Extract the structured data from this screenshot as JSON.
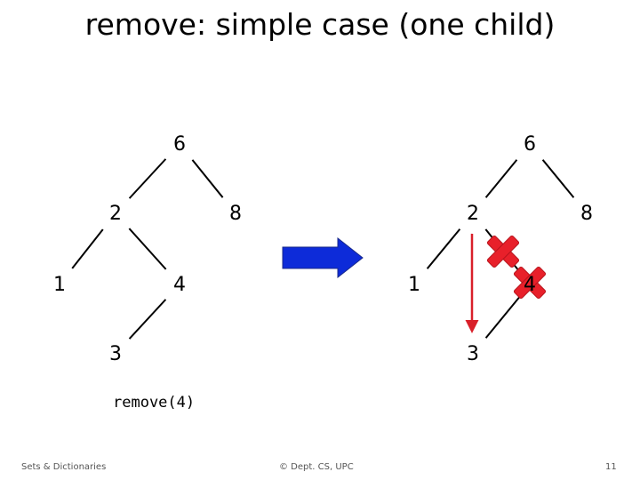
{
  "slide": {
    "title": "remove: simple case (one child)",
    "caption": "remove(4)",
    "footer_left": "Sets & Dictionaries",
    "footer_center": "© Dept. CS, UPC",
    "page_number": "11"
  },
  "trees": {
    "before": {
      "nodes": [
        {
          "id": "b6",
          "label": "6"
        },
        {
          "id": "b2",
          "label": "2"
        },
        {
          "id": "b8",
          "label": "8"
        },
        {
          "id": "b1",
          "label": "1"
        },
        {
          "id": "b4",
          "label": "4"
        },
        {
          "id": "b3",
          "label": "3"
        }
      ],
      "edges": [
        [
          "b6",
          "b2"
        ],
        [
          "b6",
          "b8"
        ],
        [
          "b2",
          "b1"
        ],
        [
          "b2",
          "b4"
        ],
        [
          "b4",
          "b3"
        ]
      ]
    },
    "after": {
      "nodes": [
        {
          "id": "a6",
          "label": "6"
        },
        {
          "id": "a2",
          "label": "2"
        },
        {
          "id": "a8",
          "label": "8"
        },
        {
          "id": "a1",
          "label": "1"
        },
        {
          "id": "a4",
          "label": "4"
        },
        {
          "id": "a3",
          "label": "3"
        }
      ],
      "edges": [
        [
          "a6",
          "a2"
        ],
        [
          "a6",
          "a8"
        ],
        [
          "a2",
          "a1"
        ],
        [
          "a4",
          "a3"
        ]
      ],
      "removed_edge": [
        "a2",
        "a4"
      ],
      "removed_node": "a4",
      "new_link": [
        "a2",
        "a3"
      ]
    }
  },
  "colors": {
    "edge": "#000000",
    "arrow": "#0d2bd9",
    "cross": "#e8202a",
    "new_link": "#d9202a"
  }
}
